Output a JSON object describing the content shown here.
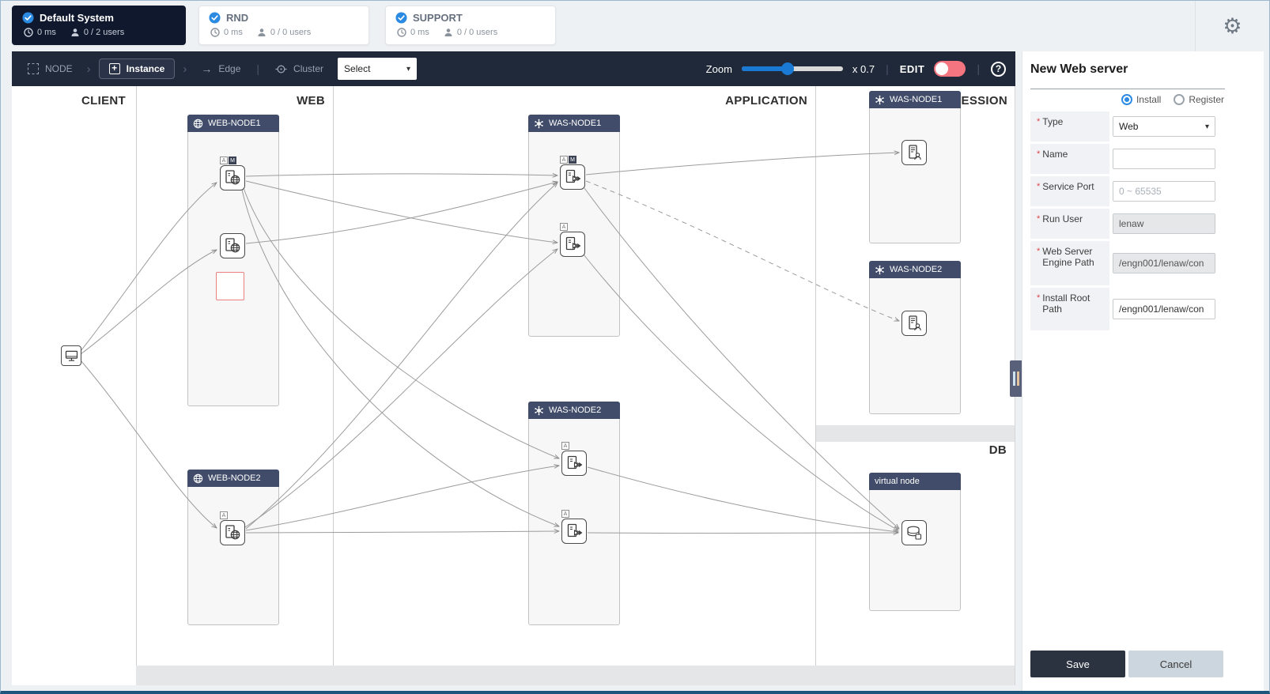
{
  "header": {
    "systems": [
      {
        "name": "Default System",
        "latency": "0 ms",
        "users": "0 / 2 users",
        "active": true
      },
      {
        "name": "RND",
        "latency": "0 ms",
        "users": "0 / 0 users",
        "active": false
      },
      {
        "name": "SUPPORT",
        "latency": "0 ms",
        "users": "0 / 0 users",
        "active": false
      }
    ]
  },
  "toolbar": {
    "node_label": "NODE",
    "instance_label": "Instance",
    "edge_label": "Edge",
    "cluster_label": "Cluster",
    "select_value": "Select",
    "zoom_label": "Zoom",
    "zoom_factor": "x 0.7",
    "edit_label": "EDIT",
    "help_symbol": "?"
  },
  "canvas": {
    "zones": {
      "client": "CLIENT",
      "web": "WEB",
      "application": "APPLICATION",
      "session": "SESSION",
      "db": "DB"
    },
    "nodes": {
      "web1": "WEB-NODE1",
      "web2": "WEB-NODE2",
      "was1": "WAS-NODE1",
      "was2": "WAS-NODE2",
      "session_was1": "WAS-NODE1",
      "session_was2": "WAS-NODE2",
      "virtual": "virtual node"
    },
    "badges": {
      "a": "A",
      "m": "M"
    }
  },
  "panel": {
    "title": "New Web server",
    "required_marker": "*",
    "install_label": "Install",
    "register_label": "Register",
    "fields": {
      "type": {
        "label": "Type",
        "value": "Web"
      },
      "name": {
        "label": "Name",
        "value": ""
      },
      "service_port": {
        "label": "Service Port",
        "placeholder": "0 ~ 65535"
      },
      "run_user": {
        "label": "Run User",
        "value": "lenaw"
      },
      "engine_path": {
        "label": "Web Server Engine Path",
        "value": "/engn001/lenaw/con"
      },
      "install_root": {
        "label": "Install Root Path",
        "value": "/engn001/lenaw/con"
      }
    },
    "save_label": "Save",
    "cancel_label": "Cancel"
  },
  "colors": {
    "accent_blue": "#2b8ae2",
    "toolbar_bg": "#1f2939",
    "active_tab_bg": "#10182e",
    "node_header": "#404c69",
    "edit_toggle_red": "#f4757f",
    "slider_blue": "#1979d3",
    "save_button": "#2b3240",
    "cancel_button": "#ccd6de",
    "new_slot_red": "#ea8080",
    "edge_gray": "#9c9c9c"
  }
}
